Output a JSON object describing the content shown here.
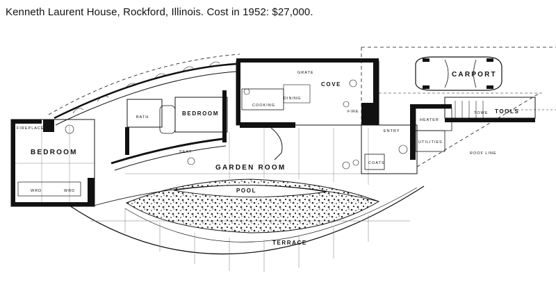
{
  "caption": "Kenneth Laurent House, Rockford, Illinois. Cost in 1952: $27,000.",
  "labels": {
    "bedroom_west": "BEDROOM",
    "fireplace_west": "FIREPLACE",
    "bath": "BATH",
    "bedroom_mid": "BEDROOM",
    "cove": "COVE",
    "cooking": "COOKING",
    "dining": "DINING",
    "garden_room": "GARDEN ROOM",
    "pool": "POOL",
    "terrace": "TERRACE",
    "carport": "CARPORT",
    "entry": "ENTRY",
    "tools": "TOOLS",
    "utilities": "UTILITIES",
    "coats": "COATS",
    "heater": "HEATER",
    "roof_line": "ROOF LINE",
    "grate": "GRATE",
    "fire": "FIRE",
    "seat": "SEAT",
    "wardrobe_1": "WRD",
    "wardrobe_2": "WRD",
    "towe": "TOWE"
  },
  "colors": {
    "ink": "#111111",
    "paper": "#ffffff",
    "hatch": "#555555"
  }
}
